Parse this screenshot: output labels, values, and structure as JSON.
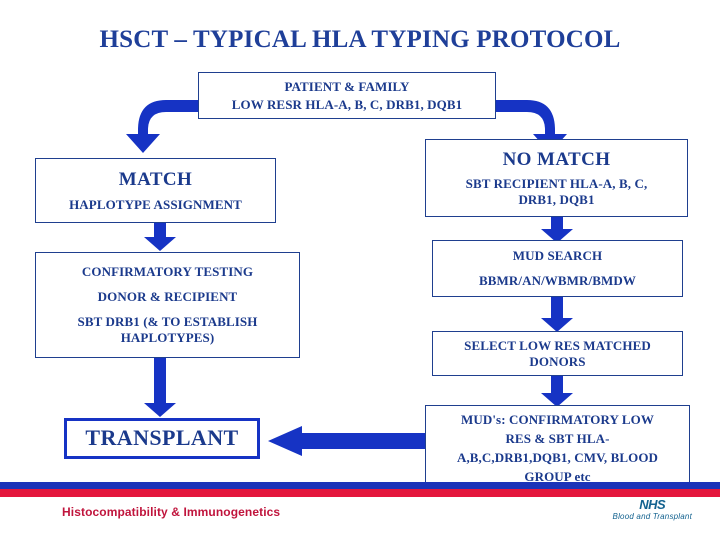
{
  "slide": {
    "title": "HSCT – TYPICAL HLA TYPING PROTOCOL",
    "background_color": "#ffffff",
    "accent_color": "#1f3f99",
    "arrow_color": "#1633c4"
  },
  "boxes": {
    "patient": {
      "line1": "PATIENT & FAMILY",
      "line2": "LOW RESR HLA-A, B, C, DRB1, DQB1"
    },
    "match": {
      "heading": "MATCH",
      "line1": "HAPLOTYPE ASSIGNMENT"
    },
    "no_match": {
      "heading": "NO MATCH",
      "line1": "SBT RECIPIENT HLA-A, B, C,",
      "line2": "DRB1, DQB1"
    },
    "confirmatory": {
      "line1": "CONFIRMATORY TESTING",
      "line2": "DONOR & RECIPIENT",
      "line3": "SBT DRB1 (& TO ESTABLISH",
      "line4": "HAPLOTYPES)"
    },
    "mud_search": {
      "line1": "MUD SEARCH",
      "line2": "BBMR/AN/WBMR/BMDW"
    },
    "select_donors": {
      "line1": "SELECT LOW RES MATCHED",
      "line2": "DONORS"
    },
    "muds_confirmatory": {
      "line1": "MUD's:  CONFIRMATORY  LOW",
      "line2": "RES & SBT HLA-",
      "line3": "A,B,C,DRB1,DQB1, CMV, BLOOD",
      "line4": "GROUP etc"
    },
    "transplant": {
      "heading": "TRANSPLANT"
    }
  },
  "footer": {
    "department": "Histocompatibility & Immunogenetics",
    "department_color": "#c0143c",
    "nhs_mark": "NHS",
    "nhs_sub": "Blood and Transplant",
    "nhs_color": "#13628f",
    "bar_blue_color": "#1b33b8",
    "bar_red_color": "#e4173c"
  },
  "arrows": {
    "left_elbow": "elbow-arrow-down-left",
    "right_elbow": "elbow-arrow-down-right",
    "match_down": "arrow-down",
    "confirm_down": "arrow-down",
    "nomatch_down": "arrow-down",
    "mud_down": "arrow-down",
    "select_down": "arrow-down",
    "to_transplant": "arrow-left"
  }
}
